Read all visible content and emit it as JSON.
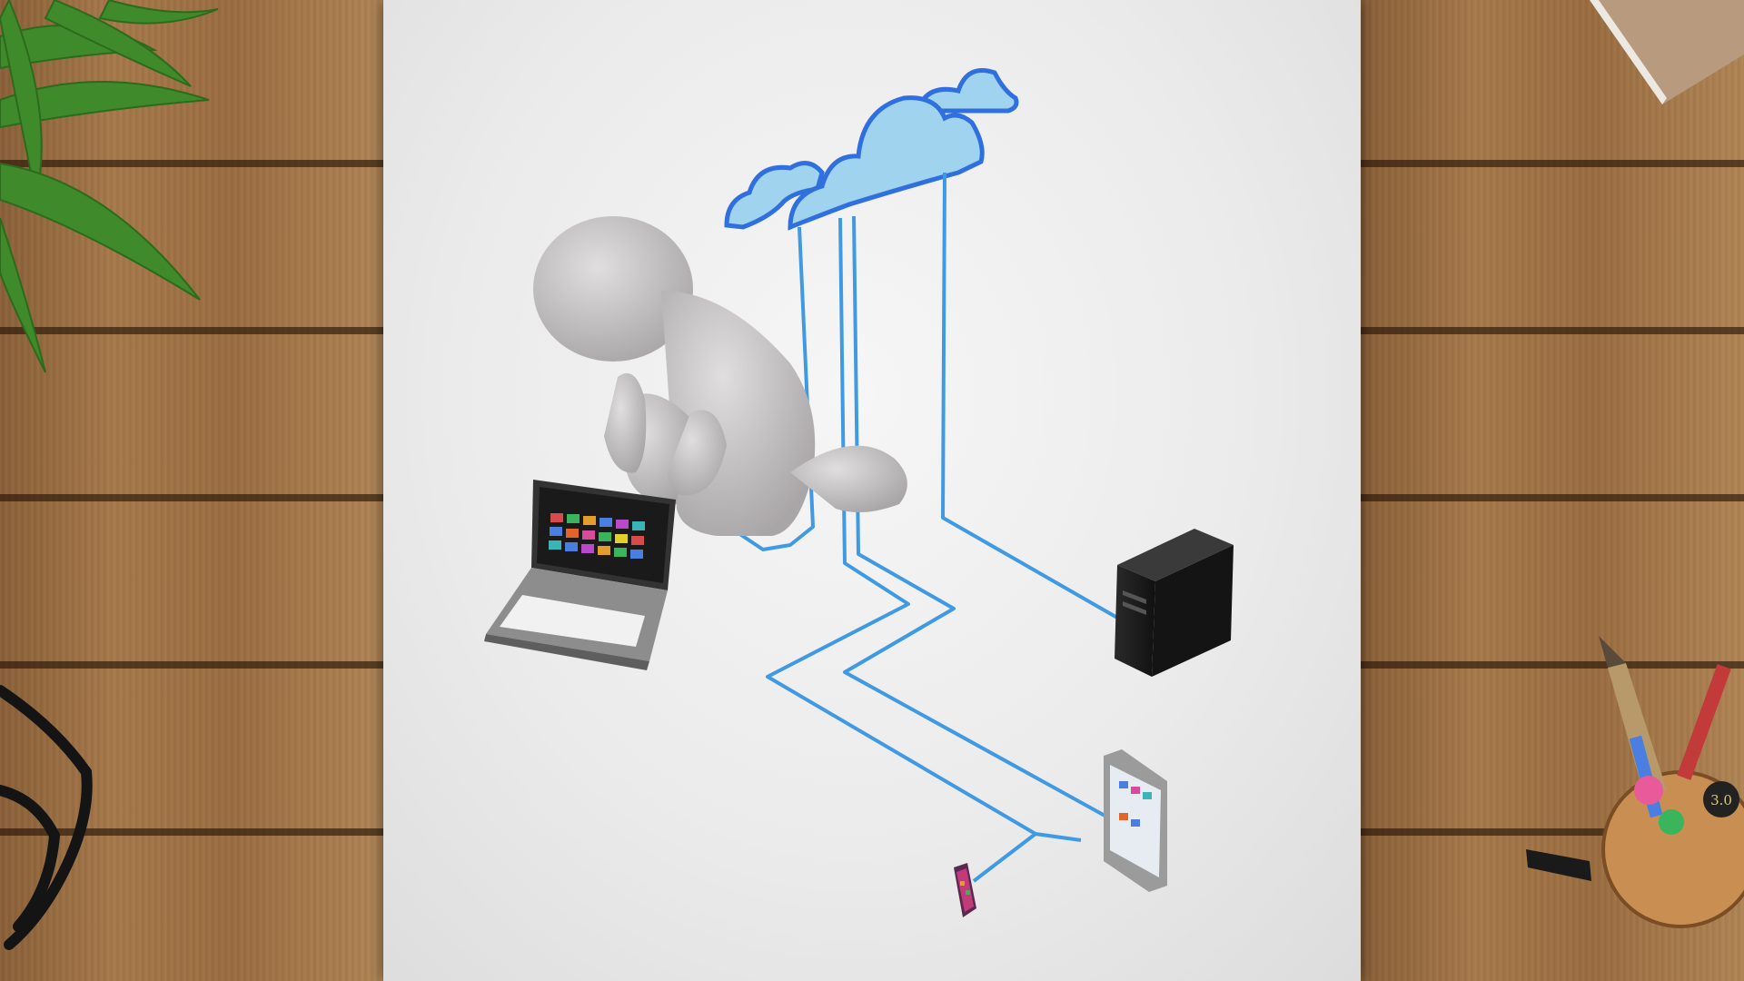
{
  "scene": {
    "description_tags": [
      "wooden-desk",
      "paper-sheet",
      "3d-figure",
      "cloud",
      "laptop",
      "desktop-tower",
      "tablet",
      "smartphone",
      "potted-plant",
      "eyeglasses",
      "pencil-cup"
    ],
    "colors": {
      "cable": "#3f9ae3",
      "cloud_fill": "#9fd3ee",
      "cloud_edge": "#2f6fe0",
      "figure": "#c9c6c8",
      "tower": "#1f1f1f",
      "wood": "#9b6d40",
      "paper": "#ececec"
    }
  },
  "pencil_cup": {
    "sharpener_label": "3.0"
  }
}
